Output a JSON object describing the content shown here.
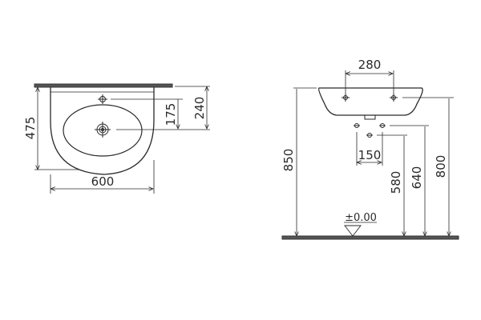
{
  "title": "Wall-hung washbasin technical drawing",
  "colors": {
    "line": "#2a2a2a",
    "wall": "#555555",
    "background": "#ffffff"
  },
  "top_view": {
    "dimensions": {
      "width": "600",
      "depth": "475",
      "tap_hole_offset": "175",
      "waste_offset": "240"
    }
  },
  "side_view": {
    "dimensions": {
      "fixing_spacing": "280",
      "supply_spacing": "150",
      "rim_height": "850",
      "fixing_height": "800",
      "supply_height": "640",
      "waste_height": "580",
      "floor_level": "±0.00"
    }
  }
}
